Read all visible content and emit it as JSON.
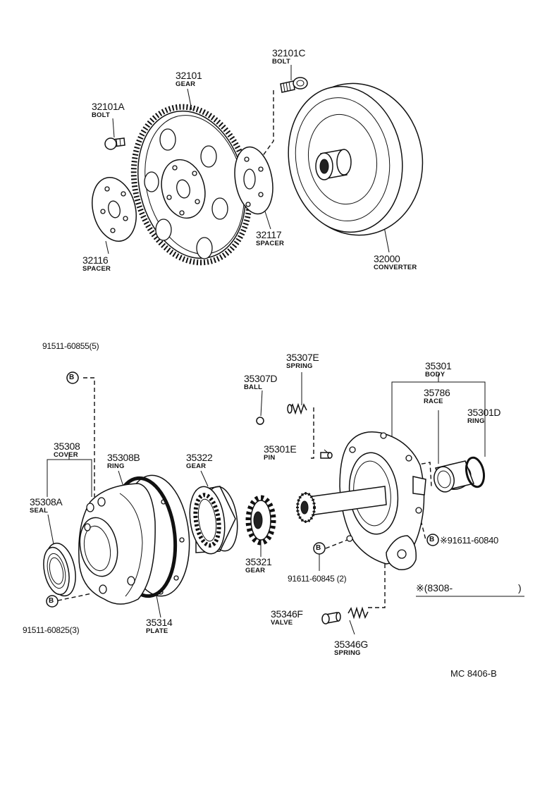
{
  "parts": {
    "bolt_32101a": {
      "number": "32101A",
      "name": "BOLT"
    },
    "gear_32101": {
      "number": "32101",
      "name": "GEAR"
    },
    "bolt_32101c": {
      "number": "32101C",
      "name": "BOLT"
    },
    "spacer_32116": {
      "number": "32116",
      "name": "SPACER"
    },
    "spacer_32117": {
      "number": "32117",
      "name": "SPACER"
    },
    "converter_32000": {
      "number": "32000",
      "name": "CONVERTER"
    },
    "bolt_91511_60855": {
      "number": "91511-60855(5)"
    },
    "spring_35307e": {
      "number": "35307E",
      "name": "SPRING"
    },
    "ball_35307d": {
      "number": "35307D",
      "name": "BALL"
    },
    "body_35301": {
      "number": "35301",
      "name": "BODY"
    },
    "race_35786": {
      "number": "35786",
      "name": "RACE"
    },
    "ring_35301d": {
      "number": "35301D",
      "name": "RING"
    },
    "cover_35308": {
      "number": "35308",
      "name": "COVER"
    },
    "ring_35308b": {
      "number": "35308B",
      "name": "RING"
    },
    "gear_35322": {
      "number": "35322",
      "name": "GEAR"
    },
    "pin_35301e": {
      "number": "35301E",
      "name": "PIN"
    },
    "seal_35308a": {
      "number": "35308A",
      "name": "SEAL"
    },
    "bolt_91611_60840": {
      "number": "※91611-60840"
    },
    "gear_35321": {
      "number": "35321",
      "name": "GEAR"
    },
    "bolt_91611_60845": {
      "number": "91611-60845 (2)"
    },
    "bolt_91511_60825": {
      "number": "91511-60825(3)"
    },
    "plate_35314": {
      "number": "35314",
      "name": "PLATE"
    },
    "valve_35346f": {
      "number": "35346F",
      "name": "VALVE"
    },
    "spring_35346g": {
      "number": "35346G",
      "name": "SPRING"
    }
  },
  "markers": {
    "b": "B"
  },
  "notes": {
    "date_range": "※(8308-",
    "date_close": ")",
    "drawing_code": "MC 8406-B"
  }
}
